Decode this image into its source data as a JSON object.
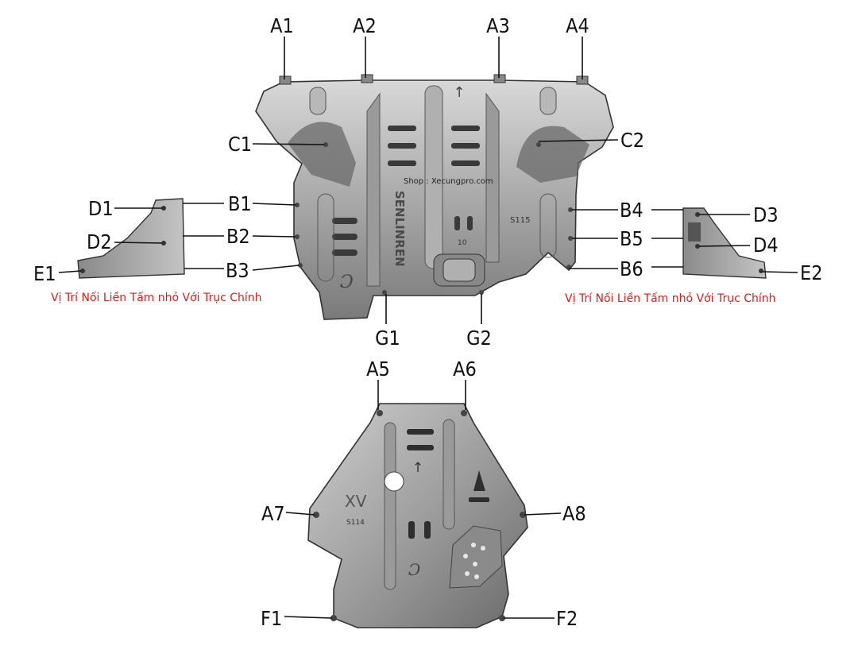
{
  "labels": {
    "A1": "A1",
    "A2": "A2",
    "A3": "A3",
    "A4": "A4",
    "C1": "C1",
    "C2": "C2",
    "B1": "B1",
    "B2": "B2",
    "B3": "B3",
    "B4": "B4",
    "B5": "B5",
    "B6": "B6",
    "D1": "D1",
    "D2": "D2",
    "D3": "D3",
    "D4": "D4",
    "E1": "E1",
    "E2": "E2",
    "G1": "G1",
    "G2": "G2",
    "A5": "A5",
    "A6": "A6",
    "A7": "A7",
    "A8": "A8",
    "F1": "F1",
    "F2": "F2"
  },
  "notes": {
    "left": "Vị Trí Nối Liền Tấm nhỏ Với Trục Chính",
    "right": "Vị Trí Nối Liền Tấm nhỏ Với Trục Chính"
  },
  "watermark": "Shop : Xecungpro.com",
  "plate_marks": {
    "brand": "SENLINREN",
    "main_code": "S115",
    "main_num": "10",
    "lower_model": "XV",
    "lower_code": "S114"
  },
  "colors": {
    "note": "#d42020",
    "plate_light": "#cfcfcf",
    "plate_dark": "#6e6e6e"
  }
}
